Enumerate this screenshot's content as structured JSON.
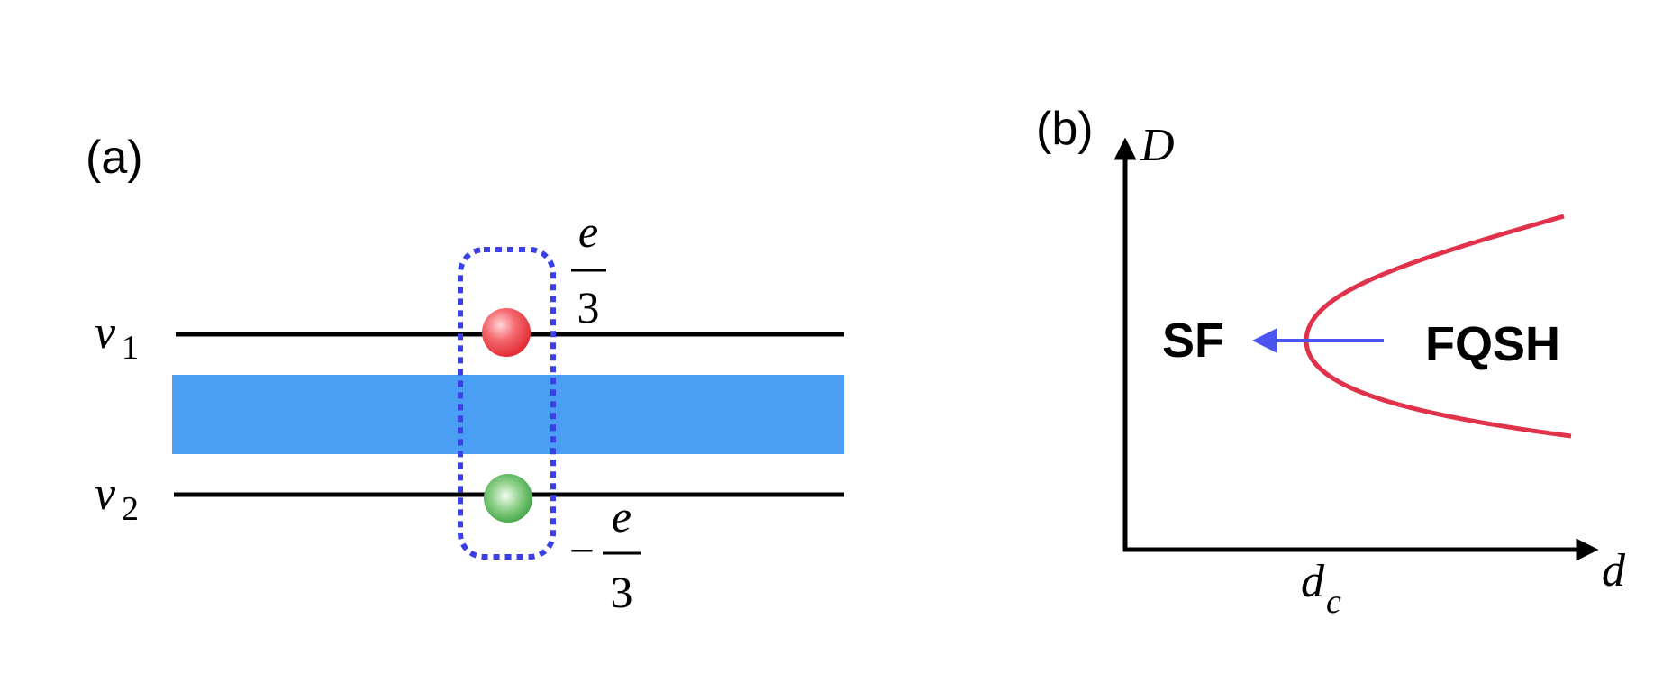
{
  "panel_a": {
    "label": "(a)",
    "layer_top": {
      "symbol": "ν",
      "subscript": "1"
    },
    "layer_bottom": {
      "symbol": "ν",
      "subscript": "2"
    },
    "top_charge": {
      "numerator": "e",
      "denominator": "3",
      "sign": ""
    },
    "bottom_charge": {
      "numerator": "e",
      "denominator": "3",
      "sign": "−"
    },
    "colors": {
      "barrier": "#4a9ff5",
      "exciton_box": "#3b3fe6",
      "top_particle": "#e8333a",
      "bottom_particle": "#3aa33a",
      "lines": "#000000"
    }
  },
  "panel_b": {
    "label": "(b)",
    "y_axis_label": "D",
    "x_axis_label": "d",
    "critical_point": {
      "symbol": "d",
      "subscript": "c"
    },
    "left_phase": "SF",
    "right_phase": "FQSH",
    "colors": {
      "boundary": "#e0324a",
      "arrow": "#4a55f0",
      "axes": "#000000"
    }
  }
}
